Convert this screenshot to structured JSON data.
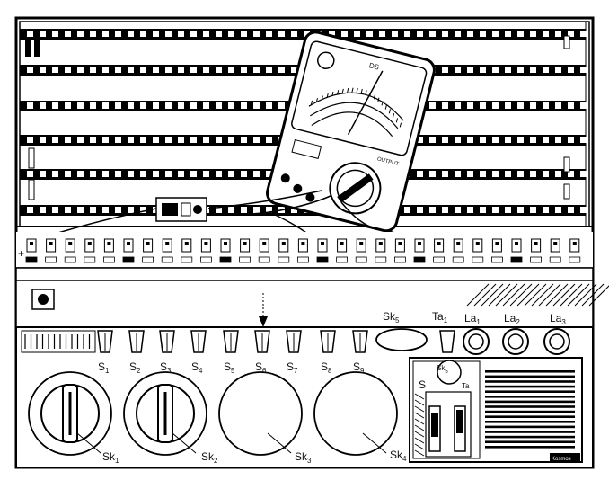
{
  "labels": {
    "switches": [
      {
        "main": "S",
        "sub": "1"
      },
      {
        "main": "S",
        "sub": "2"
      },
      {
        "main": "S",
        "sub": "3"
      },
      {
        "main": "S",
        "sub": "4"
      },
      {
        "main": "S",
        "sub": "5"
      },
      {
        "main": "S",
        "sub": "6"
      },
      {
        "main": "S",
        "sub": "7"
      },
      {
        "main": "S",
        "sub": "8"
      },
      {
        "main": "S",
        "sub": "9"
      }
    ],
    "sockets": [
      {
        "main": "Sk",
        "sub": "1"
      },
      {
        "main": "Sk",
        "sub": "2"
      },
      {
        "main": "Sk",
        "sub": "3"
      },
      {
        "main": "Sk",
        "sub": "4"
      }
    ],
    "sk5": {
      "main": "Sk",
      "sub": "5"
    },
    "ta1": {
      "main": "Ta",
      "sub": "1"
    },
    "lamps": [
      {
        "main": "La",
        "sub": "1"
      },
      {
        "main": "La",
        "sub": "2"
      },
      {
        "main": "La",
        "sub": "3"
      }
    ],
    "inset": {
      "sk5": {
        "main": "Sk",
        "sub": "5"
      },
      "s": "S",
      "ta": "Ta"
    },
    "plus": "+",
    "brand": "Kosmos"
  },
  "meter": {
    "scale_top": "DS",
    "output": "OUTPUT"
  }
}
